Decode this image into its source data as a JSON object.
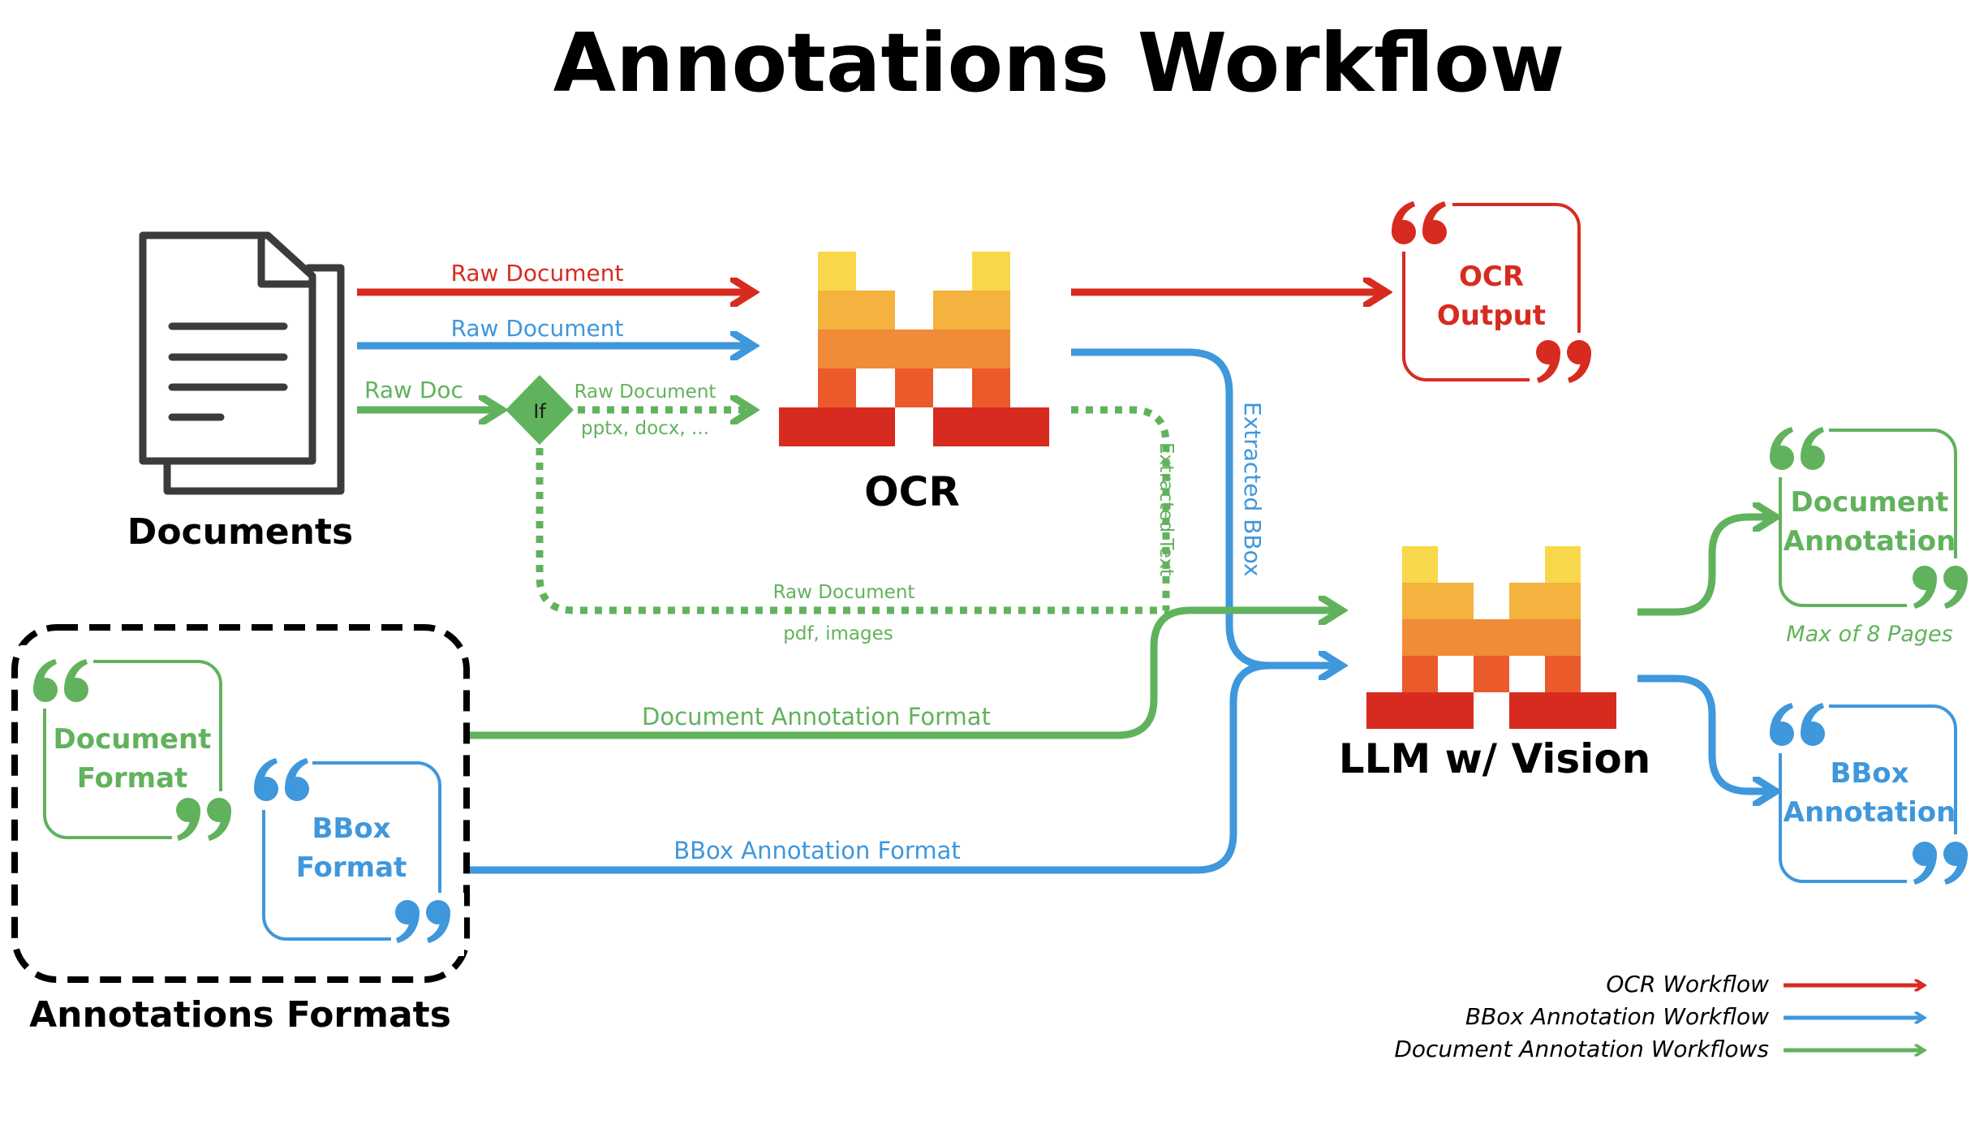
{
  "title": "Annotations Workflow",
  "colors": {
    "ocr": "#d72b1f",
    "bbox": "#3f97dc",
    "document": "#61b25c",
    "logo_yellow": "#f8d74a",
    "logo_lightorange": "#f4b23e",
    "logo_orange": "#f08b37",
    "logo_darkorange": "#eb5a2b",
    "logo_red": "#d72b1f",
    "ink": "#000000"
  },
  "nodes": {
    "documents": {
      "label": "Documents",
      "icon": "document-stack-icon"
    },
    "ocr": {
      "label": "OCR",
      "icon": "mistral-logo-icon"
    },
    "llm": {
      "label": "LLM w/ Vision",
      "icon": "mistral-logo-icon"
    },
    "decision": {
      "label": "If"
    },
    "annotation_formats": {
      "label": "Annotations Formats"
    }
  },
  "cards": {
    "ocr_output": {
      "line1": "OCR",
      "line2": "Output"
    },
    "document_annotation": {
      "line1": "Document",
      "line2": "Annotation",
      "note": "Max of 8 Pages"
    },
    "bbox_annotation": {
      "line1": "BBox",
      "line2": "Annotation"
    },
    "document_format": {
      "line1": "Document",
      "line2": "Format"
    },
    "bbox_format": {
      "line1": "BBox",
      "line2": "Format"
    }
  },
  "edges": {
    "raw_document_red": "Raw Document",
    "raw_document_blue": "Raw Document",
    "raw_doc_green": "Raw Doc",
    "if_branch_top": "Raw Document",
    "if_branch_top_sub": "pptx, docx, ...",
    "if_branch_bottom": "Raw Document",
    "if_branch_bottom_sub": "pdf, images",
    "extracted_text": "Extracted Text",
    "extracted_bbox": "Extracted BBox",
    "document_annotation_format": "Document Annotation Format",
    "bbox_annotation_format": "BBox Annotation Format"
  },
  "legend": [
    {
      "label": "OCR Workflow",
      "color": "#d72b1f"
    },
    {
      "label": "BBox Annotation Workflow",
      "color": "#3f97dc"
    },
    {
      "label": "Document Annotation Workflows",
      "color": "#61b25c"
    }
  ]
}
